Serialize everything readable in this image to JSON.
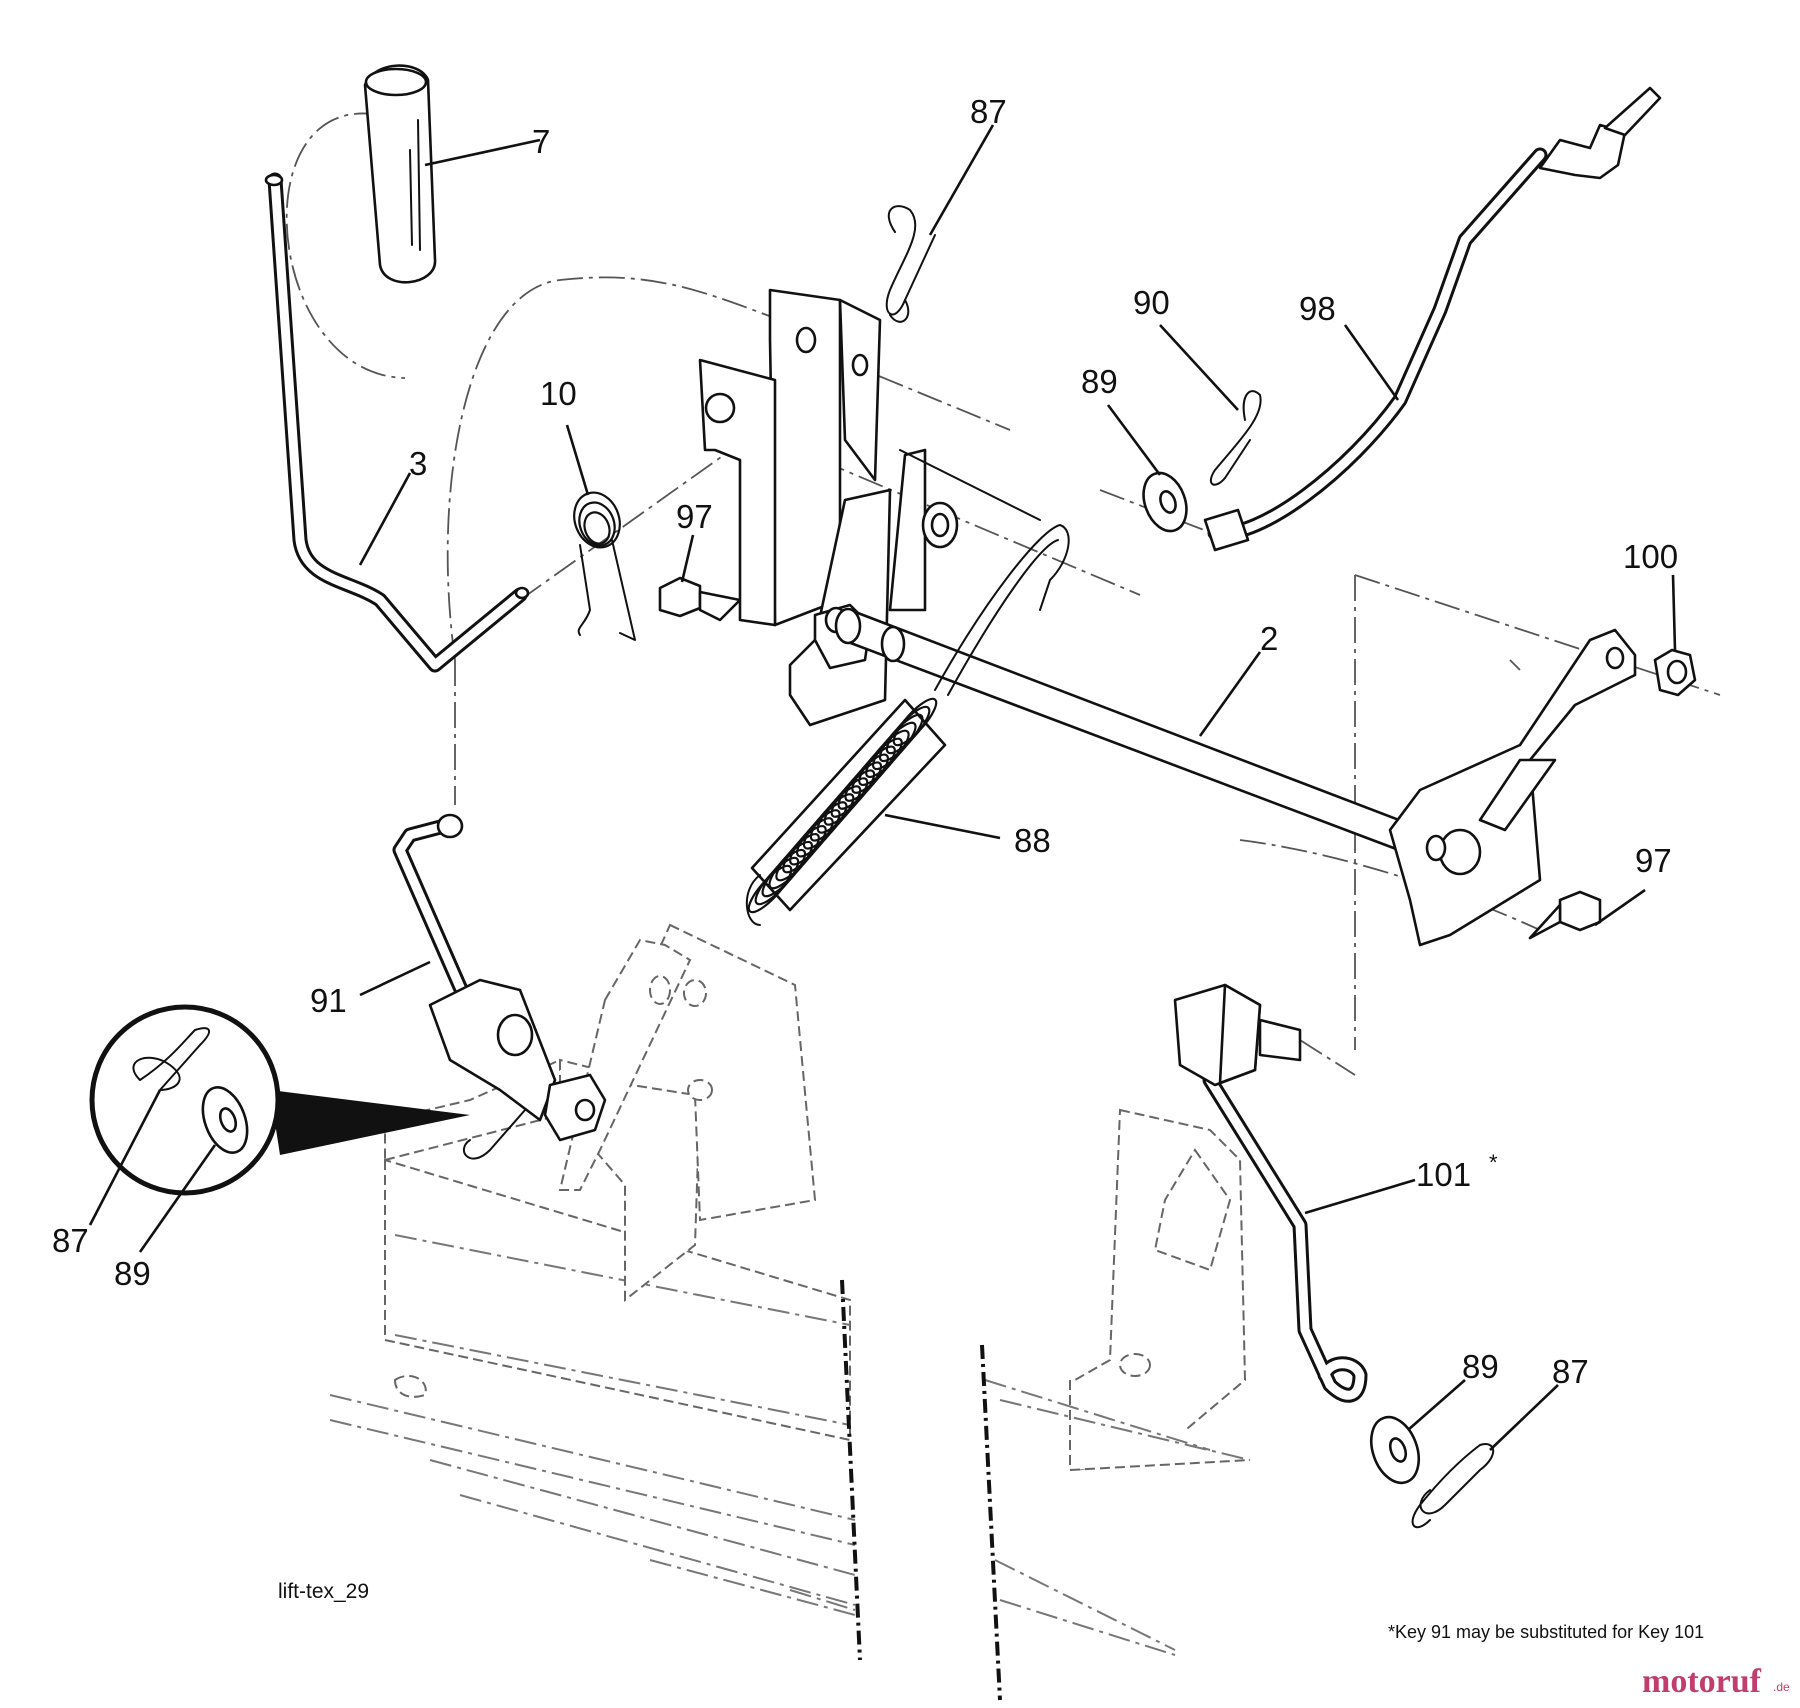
{
  "callouts": [
    {
      "id": "7",
      "label": "7"
    },
    {
      "id": "87a",
      "label": "87"
    },
    {
      "id": "90",
      "label": "90"
    },
    {
      "id": "98",
      "label": "98"
    },
    {
      "id": "89a",
      "label": "89"
    },
    {
      "id": "10",
      "label": "10"
    },
    {
      "id": "3",
      "label": "3"
    },
    {
      "id": "97a",
      "label": "97"
    },
    {
      "id": "100",
      "label": "100"
    },
    {
      "id": "2",
      "label": "2"
    },
    {
      "id": "88",
      "label": "88"
    },
    {
      "id": "97b",
      "label": "97"
    },
    {
      "id": "91",
      "label": "91"
    },
    {
      "id": "101",
      "label": "101"
    },
    {
      "id": "87b",
      "label": "87"
    },
    {
      "id": "89b",
      "label": "89"
    },
    {
      "id": "89c",
      "label": "89"
    },
    {
      "id": "87c",
      "label": "87"
    }
  ],
  "callout_101_mark": "*",
  "drawing_id": "lift-tex_29",
  "footnote": "*Key 91 may be substituted for Key 101",
  "watermark": {
    "name": "motoruf",
    "suffix": ".de",
    "color": "#c13d6e"
  }
}
